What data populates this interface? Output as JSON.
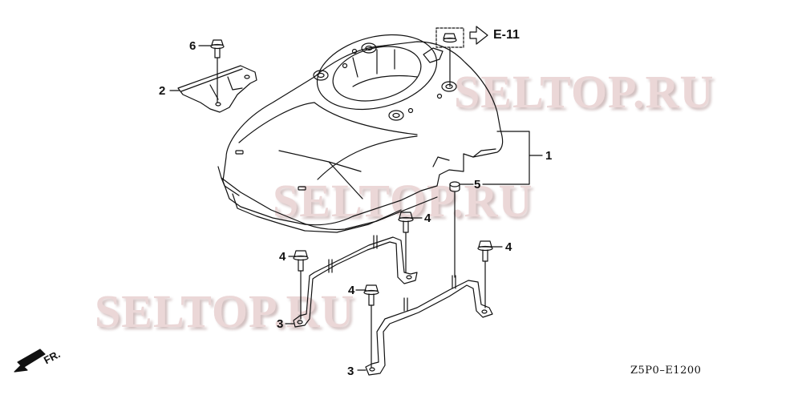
{
  "diagram": {
    "type": "exploded parts diagram",
    "subject": "fan cover / engine shroud assembly",
    "diagram_code": "Z5P0–E1200",
    "cross_reference": "E-11",
    "direction_marker": "FR.",
    "watermark": "SELTOP.RU",
    "colors": {
      "line": "#111111",
      "watermark": "#e6cccc",
      "background": "#ffffff"
    }
  },
  "callouts": [
    {
      "id": "c1",
      "number": "1",
      "part": "fan cover (shroud)"
    },
    {
      "id": "c2",
      "number": "2",
      "part": "cover plate"
    },
    {
      "id": "c3a",
      "number": "3",
      "part": "shroud stay (left)"
    },
    {
      "id": "c3b",
      "number": "3",
      "part": "shroud stay (right)"
    },
    {
      "id": "c4a",
      "number": "4",
      "part": "flange bolt"
    },
    {
      "id": "c4b",
      "number": "4",
      "part": "flange bolt"
    },
    {
      "id": "c4c",
      "number": "4",
      "part": "flange bolt"
    },
    {
      "id": "c4d",
      "number": "4",
      "part": "flange bolt"
    },
    {
      "id": "c5",
      "number": "5",
      "part": "collar / grommet"
    },
    {
      "id": "c6",
      "number": "6",
      "part": "flange bolt"
    }
  ]
}
